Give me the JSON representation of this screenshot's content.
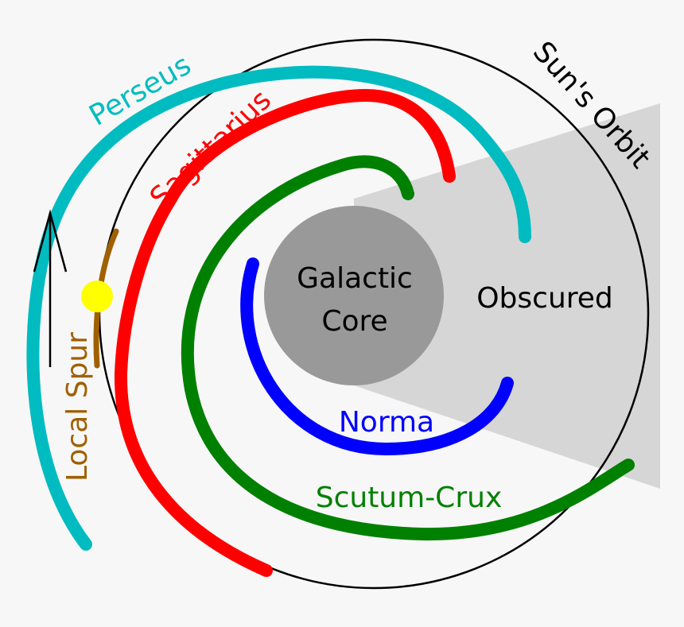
{
  "labels": {
    "core_line1": "Galactic",
    "core_line2": "Core",
    "obscured": "Obscured",
    "norma": "Norma",
    "scutum_crux": "Scutum-Crux",
    "sagittarius": "Sagittarius",
    "perseus": "Perseus",
    "local_spur": "Local Spur",
    "suns_orbit": "Sun's Orbit"
  },
  "colors": {
    "background": "#f7f7f7",
    "obscured_region": "#d6d6d6",
    "core": "#999999",
    "orbit": "#000000",
    "norma": "#0000ff",
    "scutum_crux": "#008000",
    "sagittarius": "#ff0000",
    "perseus": "#00bcc0",
    "local_spur": "#a06000",
    "sun": "#ffff00"
  },
  "icons": {
    "direction_arrow": "up-arrow-icon",
    "sun": "sun-marker-icon"
  }
}
